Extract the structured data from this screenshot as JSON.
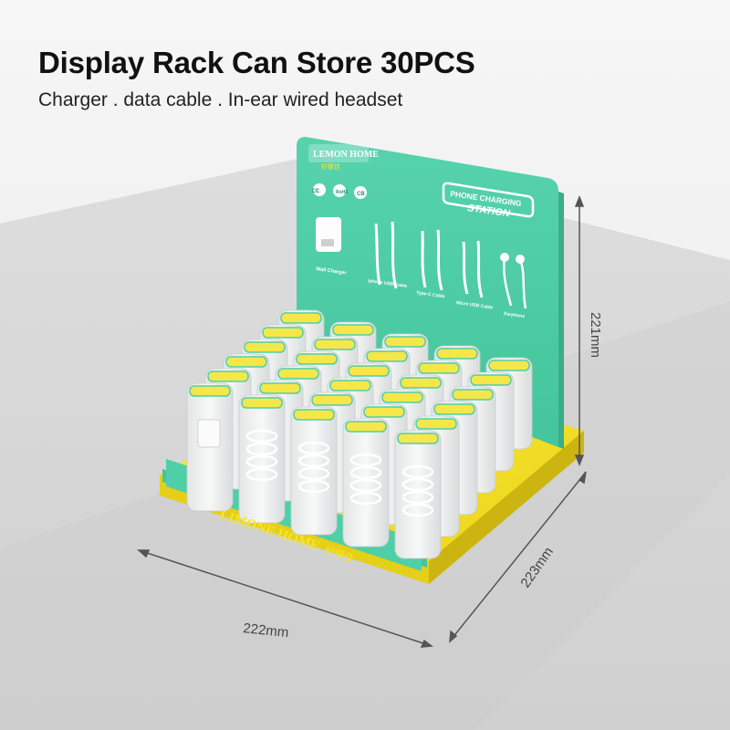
{
  "header": {
    "title": "Display Rack Can Store 30PCS",
    "subtitle": "Charger . data cable . In-ear wired headset"
  },
  "backboard": {
    "brand": "LEMON HOME",
    "brand_cn": "柠檬佳",
    "certifications": [
      "CE",
      "RoHS",
      "CB"
    ],
    "station_line1": "PHONE CHARGING",
    "station_line2": "STATION",
    "products": [
      "Wall Charger",
      "Iphone USB Cable",
      "Type-C Cable",
      "Micro USB Cable",
      "Earphone"
    ]
  },
  "base": {
    "brand": "LIMONE HOME",
    "brand_cn": "柠檬佳"
  },
  "dimensions": {
    "width": "222mm",
    "depth": "223mm",
    "height": "221mm"
  },
  "colors": {
    "mint": "#4fcfa7",
    "yellow": "#f7e52a",
    "label_yellow": "#f5e74a"
  }
}
